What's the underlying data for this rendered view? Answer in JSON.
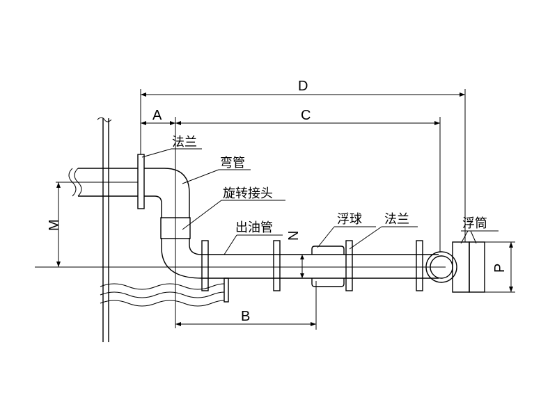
{
  "labels": {
    "flange_top": "法兰",
    "elbow": "弯管",
    "swivel_joint": "旋转接头",
    "outlet_pipe": "出油管",
    "float_ball": "浮球",
    "flange_right": "法兰",
    "float_tube": "浮筒"
  },
  "dimensions": {
    "A": "A",
    "B": "B",
    "C": "C",
    "D": "D",
    "M": "M",
    "N": "N",
    "P": "P"
  }
}
